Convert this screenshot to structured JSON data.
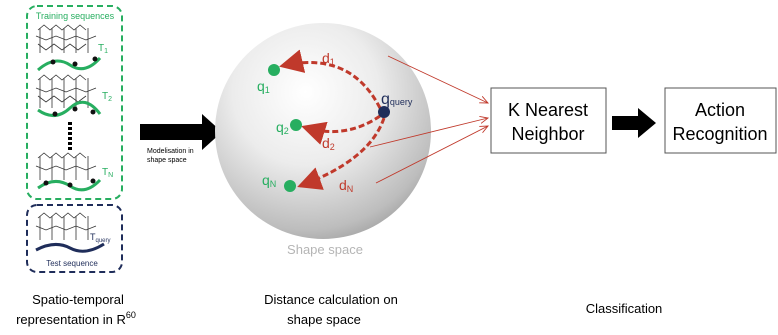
{
  "panel_left": {
    "training_title": "Training sequences",
    "t1": "T",
    "t1_sub": "1",
    "t2": "T",
    "t2_sub": "2",
    "tn": "T",
    "tn_sub": "N",
    "tq": "T",
    "tq_sub": "query",
    "test_title": "Test sequence",
    "caption_line1": "Spatio-temporal",
    "caption_line2": "representation in R",
    "caption_sup": "60"
  },
  "arrow1_label_line1": "Modelisation in",
  "arrow1_label_line2": "shape space",
  "sphere": {
    "label": "Shape space",
    "q1": "q",
    "q1_sub": "1",
    "q2": "q",
    "q2_sub": "2",
    "qn": "q",
    "qn_sub": "N",
    "qquery": "q",
    "qquery_sub": "query",
    "d1": "d",
    "d1_sub": "1",
    "d2": "d",
    "d2_sub": "2",
    "dn": "d",
    "dn_sub": "N",
    "caption_line1": "Distance calculation  on",
    "caption_line2": "shape space"
  },
  "knn": {
    "line1": "K Nearest",
    "line2": "Neighbor"
  },
  "action": {
    "line1": "Action",
    "line2": "Recognition"
  },
  "classification_caption": "Classification",
  "colors": {
    "green": "#27ae60",
    "navy": "#1f2d5a",
    "red": "#c0392b",
    "black": "#000000"
  }
}
